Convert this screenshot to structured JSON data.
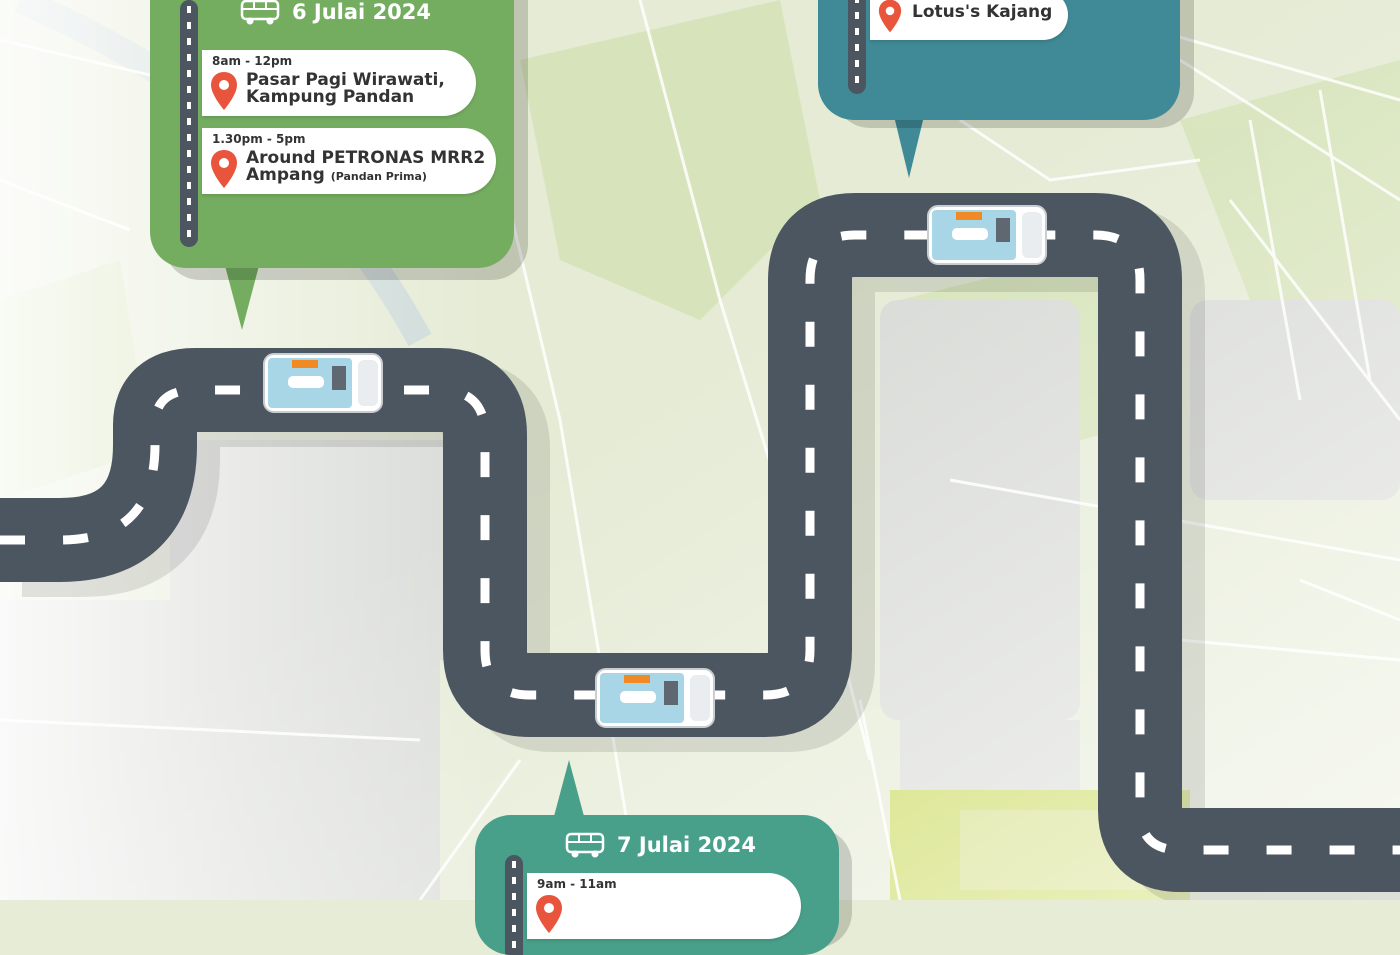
{
  "colors": {
    "map_background": "#e6ecd6",
    "road": "#4c5660",
    "card_green": "#74ad60",
    "card_teal": "#3f8a96",
    "card_seagreen": "#49a08a",
    "pin": "#e8553c"
  },
  "card_day1": {
    "date": "6 Julai 2024",
    "icon": "bus-icon",
    "stops": [
      {
        "time": "8am - 12pm",
        "place_line1": "Pasar Pagi Wirawati,",
        "place_line2": "Kampung Pandan",
        "place_sub": ""
      },
      {
        "time": "1.30pm - 5pm",
        "place_line1": "Around PETRONAS MRR2",
        "place_line2": "Ampang",
        "place_sub": "(Pandan Prima)"
      }
    ]
  },
  "card_top_right": {
    "stops": [
      {
        "time": "",
        "place_line1": "Lotus's Kajang",
        "place_line2": "",
        "place_sub": ""
      }
    ]
  },
  "card_day2": {
    "date": "7 Julai 2024",
    "icon": "bus-icon",
    "stops": [
      {
        "time": "9am - 11am",
        "place_line1": "",
        "place_line2": "",
        "place_sub": ""
      }
    ]
  }
}
